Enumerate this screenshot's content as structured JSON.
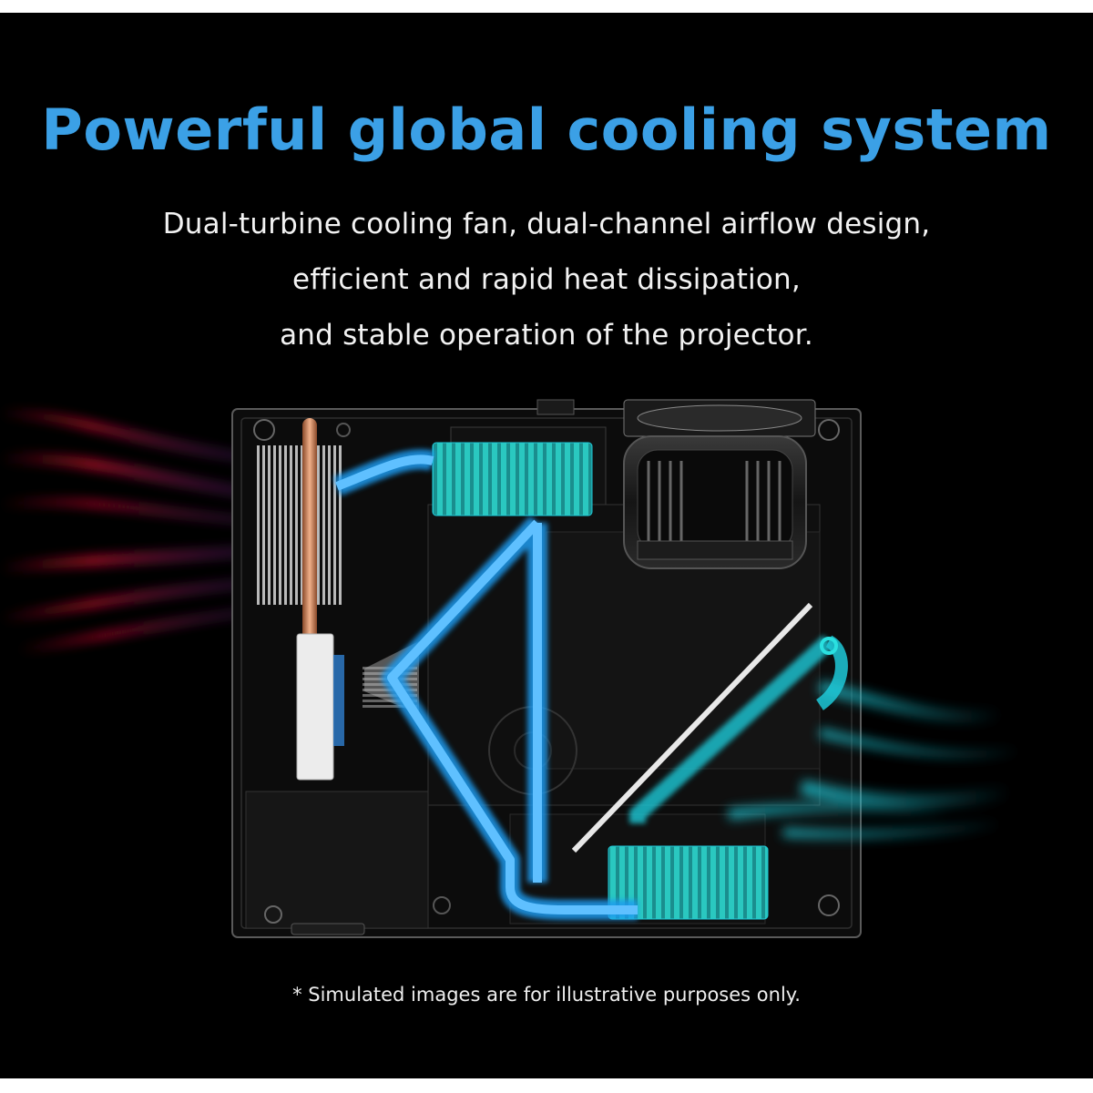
{
  "headline": "Powerful global cooling system",
  "description": {
    "line1": "Dual-turbine cooling fan, dual-channel airflow design,",
    "line2": "efficient and rapid heat dissipation,",
    "line3": "and stable operation of the projector."
  },
  "disclaimer": "* Simulated images are for illustrative purposes only.",
  "colors": {
    "background": "#000000",
    "headline": "#3ba0e6",
    "hot_airflow": "#c8102e",
    "cool_airflow": "#1ec9d8",
    "inner_airflow": "#1e9bf0",
    "heat_pipe": "#d9946a",
    "heatsink_block": "#27c4c0"
  },
  "icons": [
    "heat-pipe-icon",
    "heatsink-fins-icon",
    "fan-module-icon",
    "lens-barrel-icon",
    "airflow-arrows-icon"
  ]
}
